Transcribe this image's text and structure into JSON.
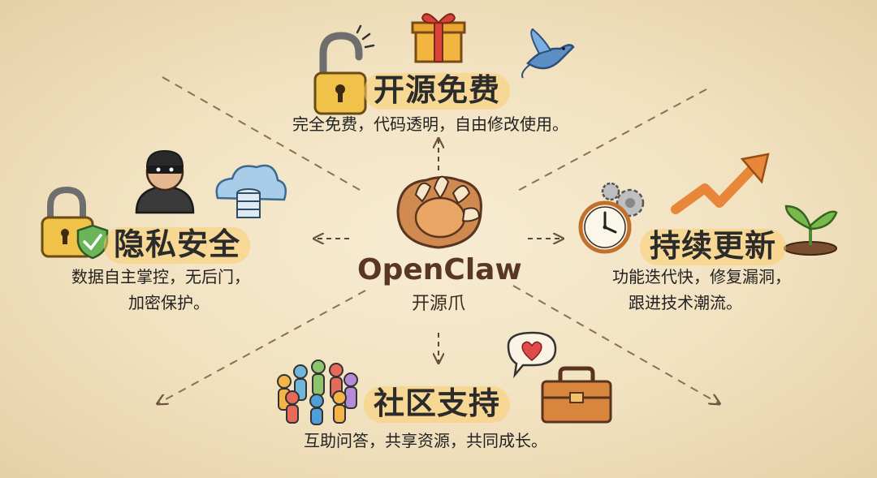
{
  "center": {
    "name": "OpenClaw",
    "subtitle": "开源爪"
  },
  "features": {
    "top": {
      "title": "开源免费",
      "desc": "完全免费，代码透明，自由修改使用。"
    },
    "left": {
      "title": "隐私安全",
      "desc_line1": "数据自主掌控，无后门，",
      "desc_line2": "加密保护。"
    },
    "right": {
      "title": "持续更新",
      "desc_line1": "功能迭代快，修复漏洞，",
      "desc_line2": "跟进技术潮流。"
    },
    "bottom": {
      "title": "社区支持",
      "desc": "互助问答，共享资源，共同成长。"
    }
  },
  "icons": [
    "padlock-open-icon",
    "gift-icon",
    "bird-icon",
    "burglar-icon",
    "cloud-database-icon",
    "padlock-shield-icon",
    "clock-gear-icon",
    "trend-arrow-icon",
    "sprout-icon",
    "people-circle-icon",
    "heart-bubble-icon",
    "toolbox-icon",
    "claw-icon"
  ],
  "colors": {
    "background": "#f3e4c4",
    "highlight": "#facd6e",
    "brand": "#5a3724",
    "text": "#222222"
  }
}
